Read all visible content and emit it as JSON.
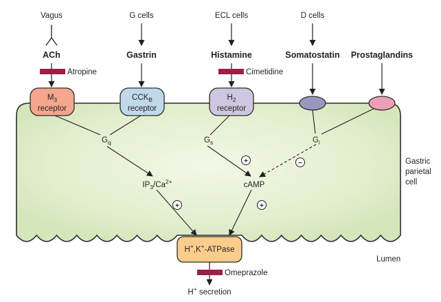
{
  "colors": {
    "cell_fill": "#dfebc9",
    "cell_inner": "#eef5e1",
    "membrane": "#2b2b2b",
    "m3_receptor": "#f4a78e",
    "cckb_receptor": "#bfd9ea",
    "h2_receptor": "#cfc7e1",
    "somatostatin_receptor": "#9b96bf",
    "prostaglandin_receptor": "#ec9fb5",
    "pump": "#fbcd8c",
    "inhibitor_bar": "#9c1f46"
  },
  "sources": {
    "vagus": "Vagus",
    "g_cells": "G cells",
    "ecl_cells": "ECL cells",
    "d_cells": "D cells"
  },
  "ligands": {
    "ach": "ACh",
    "gastrin": "Gastrin",
    "histamine": "Histamine",
    "somatostatin": "Somatostatin",
    "prostaglandins": "Prostaglandins"
  },
  "drugs": {
    "atropine": "Atropine",
    "cimetidine": "Cimetidine",
    "omeprazole": "Omeprazole"
  },
  "receptors": {
    "m3_name": "M",
    "m3_sub": "3",
    "m3_word": "receptor",
    "cckb_name": "CCK",
    "cckb_sub": "B",
    "cckb_word": "receptor",
    "h2_name": "H",
    "h2_sub": "2",
    "h2_word": "receptor"
  },
  "g_proteins": {
    "gq_main": "G",
    "gq_sub": "q",
    "gs_main": "G",
    "gs_sub": "s",
    "gi_main": "G",
    "gi_sub": "i"
  },
  "messengers": {
    "ip3_a": "IP",
    "ip3_sub": "3",
    "ip3_b": "/Ca",
    "ip3_sup": "2+",
    "camp": "cAMP"
  },
  "signs": {
    "plus": "+",
    "minus": "−"
  },
  "pump": {
    "h": "H",
    "h_sup": "+",
    "k": ",K",
    "k_sup": "+",
    "tail": "-ATPase"
  },
  "labels": {
    "cell_line1": "Gastric",
    "cell_line2": "parietal",
    "cell_line3": "cell",
    "lumen": "Lumen",
    "secretion_h": "H",
    "secretion_sup": "+",
    "secretion_word": " secretion"
  }
}
